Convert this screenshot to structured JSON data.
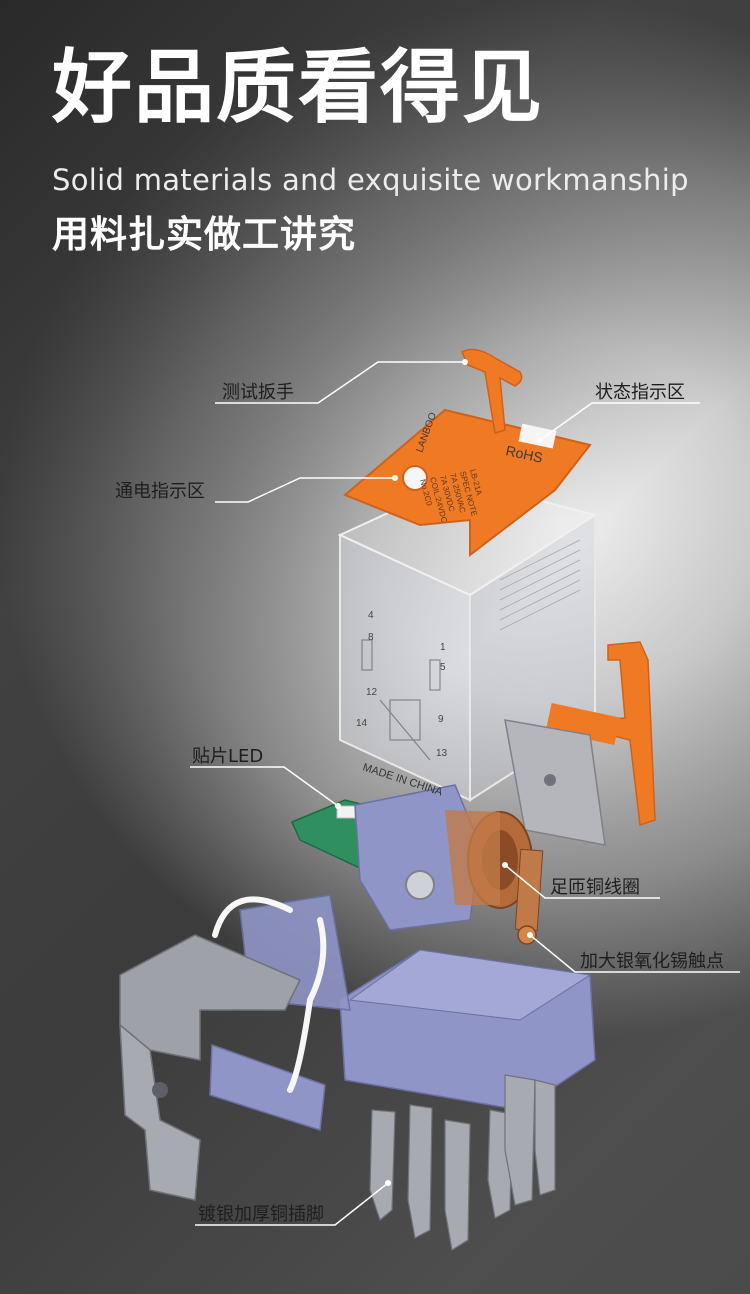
{
  "header": {
    "title": "好品质看得见",
    "subtitle_en": "Solid materials and exquisite workmanship",
    "subtitle_cn": "用料扎实做工讲究"
  },
  "callouts": {
    "test_wrench": "测试扳手",
    "status_indicator": "状态指示区",
    "power_indicator": "通电指示区",
    "smd_led": "贴片LED",
    "copper_coil": "足匝铜线圈",
    "silver_contact": "加大银氧化锡触点",
    "silver_pins": "镀银加厚铜插脚"
  },
  "product": {
    "brand": "LANBOO",
    "cover_text": [
      "LB-21A",
      "SPEC NOTE",
      "7A 250VAC",
      "7A 30VDC",
      "COIL:24VDC",
      "No.2C0"
    ],
    "cert": "RoHS",
    "body_text": "MADE IN CHINA",
    "terminal_numbers": [
      "4",
      "8",
      "12",
      "1",
      "5",
      "9",
      "14",
      "13"
    ]
  },
  "colors": {
    "accent": "#f07a24",
    "frame": "#8f95c7",
    "metal": "#9ea1a8",
    "copper": "#b56a3a",
    "pcb": "#2f8f5e"
  }
}
